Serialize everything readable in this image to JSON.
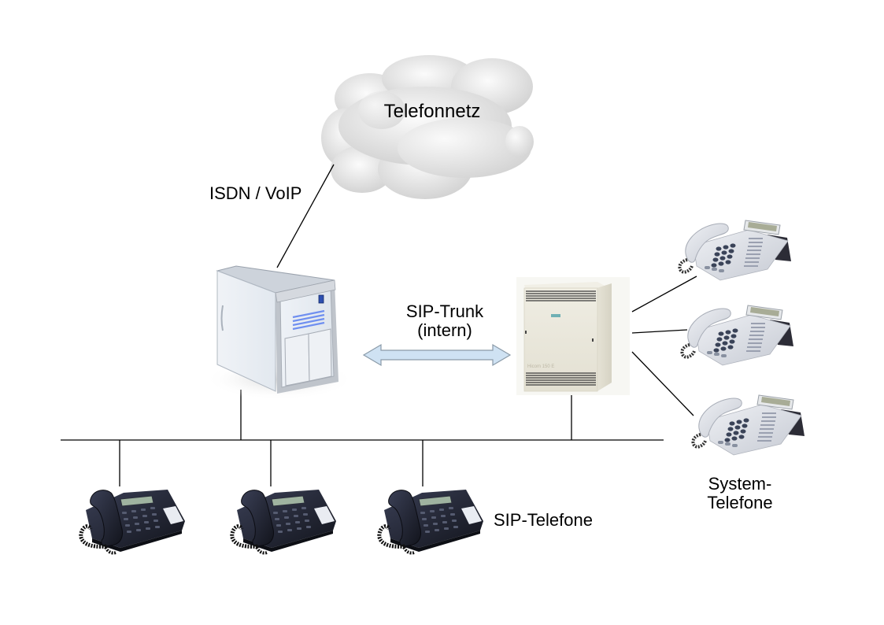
{
  "diagram": {
    "title": "Telephony network topology",
    "nodes": {
      "cloud": {
        "label": "Telefonnetz",
        "icon": "cloud-icon"
      },
      "server": {
        "label": "",
        "icon": "server-tower-icon"
      },
      "pbx": {
        "label": "",
        "icon": "pbx-cabinet-icon",
        "model_text": "Hicom 150 E"
      },
      "system_phones": {
        "label_line1": "System-",
        "label_line2": "Telefone",
        "count": 3,
        "icon": "desk-phone-light-icon"
      },
      "sip_phones": {
        "label": "SIP-Telefone",
        "count": 3,
        "icon": "desk-phone-dark-icon"
      }
    },
    "edges": {
      "uplink": {
        "label": "ISDN / VoIP",
        "from": "server",
        "to": "cloud"
      },
      "trunk": {
        "label_line1": "SIP-Trunk",
        "label_line2": "(intern)",
        "from": "server",
        "to": "pbx",
        "style": "double-arrow"
      },
      "lan_bus": {
        "members": [
          "server",
          "pbx",
          "sip_phone_1",
          "sip_phone_2",
          "sip_phone_3"
        ]
      },
      "pbx_links": {
        "from": "pbx",
        "to": [
          "system_phone_1",
          "system_phone_2",
          "system_phone_3"
        ]
      }
    },
    "colors": {
      "line": "#000000",
      "arrow_fill": "#cfe2f3",
      "arrow_stroke": "#8a9aa8",
      "cloud_light": "#f4f4f4",
      "cloud_dark": "#cfcfcf",
      "server_body": "#e4e9f0",
      "server_accent": "#6f8ff0",
      "pbx_body": "#ebe8dc",
      "sip_phone": "#1f2230",
      "system_phone": "#d6d9e0"
    }
  }
}
